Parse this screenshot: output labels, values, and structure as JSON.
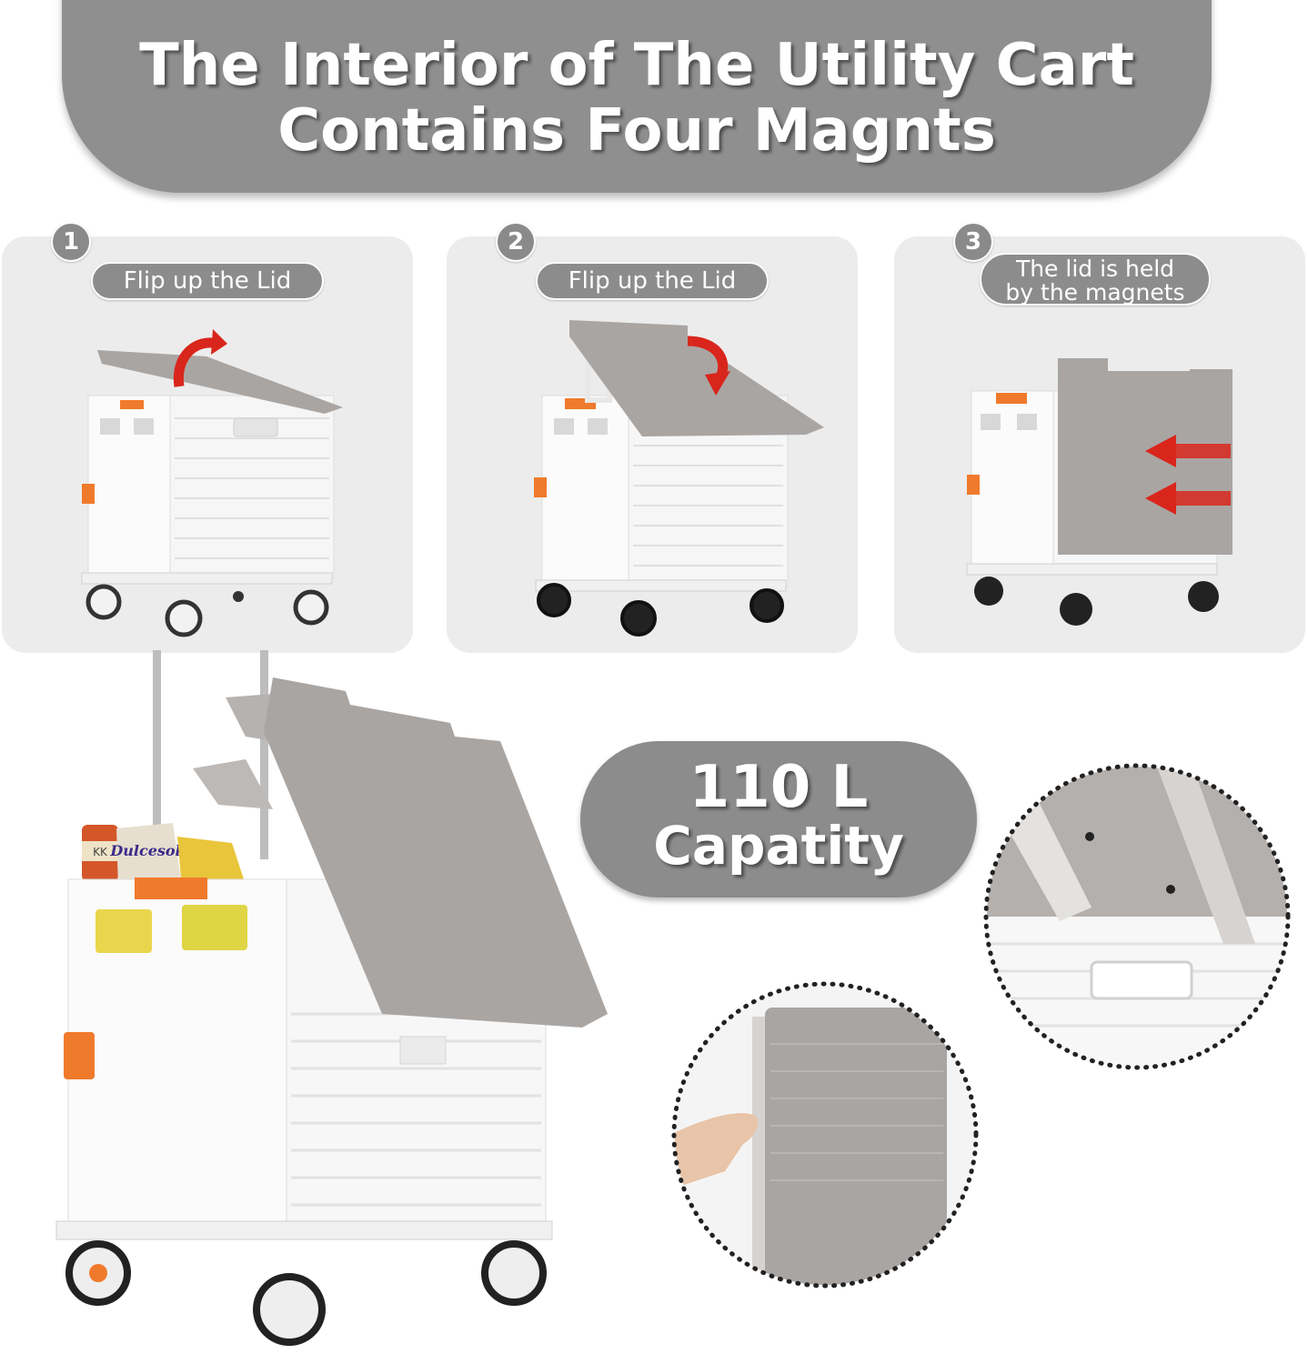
{
  "header": {
    "title_line1": "The Interior of The Utility Cart",
    "title_line2": "Contains Four Magnts"
  },
  "steps": [
    {
      "number": "1",
      "label": "Flip up the Lid"
    },
    {
      "number": "2",
      "label": "Flip up the Lid"
    },
    {
      "number": "3",
      "label_line1": "The lid is held",
      "label_line2": "by the magnets"
    }
  ],
  "capacity": {
    "value": "110 L",
    "label": "Capatity"
  },
  "product_labels": {
    "jar_label": "KK",
    "bag_label": "Dulcesol"
  },
  "colors": {
    "banner": "#8f8f8f",
    "lid_gray": "#a9a5a3",
    "cart_white": "#f7f7f7",
    "accent_orange": "#f07a2c",
    "arrow_red": "#d9261c",
    "panel_bg": "#ececec"
  }
}
